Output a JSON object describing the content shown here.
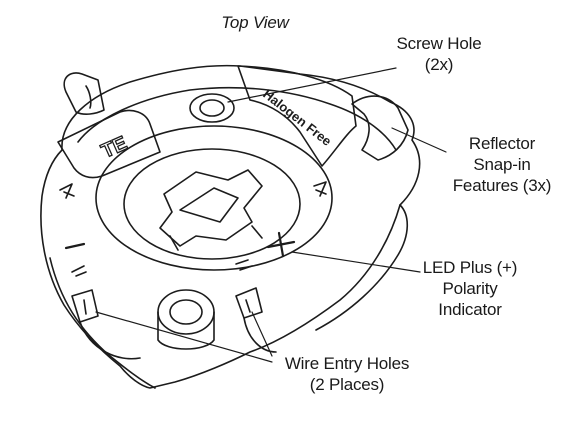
{
  "diagram": {
    "title": "Top View",
    "callouts": {
      "screw_hole": {
        "line1": "Screw Hole",
        "line2": "(2x)"
      },
      "reflector": {
        "line1": "Reflector",
        "line2": "Snap-in",
        "line3": "Features (3x)"
      },
      "led_polarity": {
        "line1": "LED Plus (+)",
        "line2": "Polarity",
        "line3": "Indicator"
      },
      "wire_entry": {
        "line1": "Wire Entry Holes",
        "line2": "(2 Places)"
      }
    },
    "part_markings": {
      "brand": "TE",
      "halogen": "Halogen Free",
      "plus": "+",
      "minus": "−"
    }
  }
}
